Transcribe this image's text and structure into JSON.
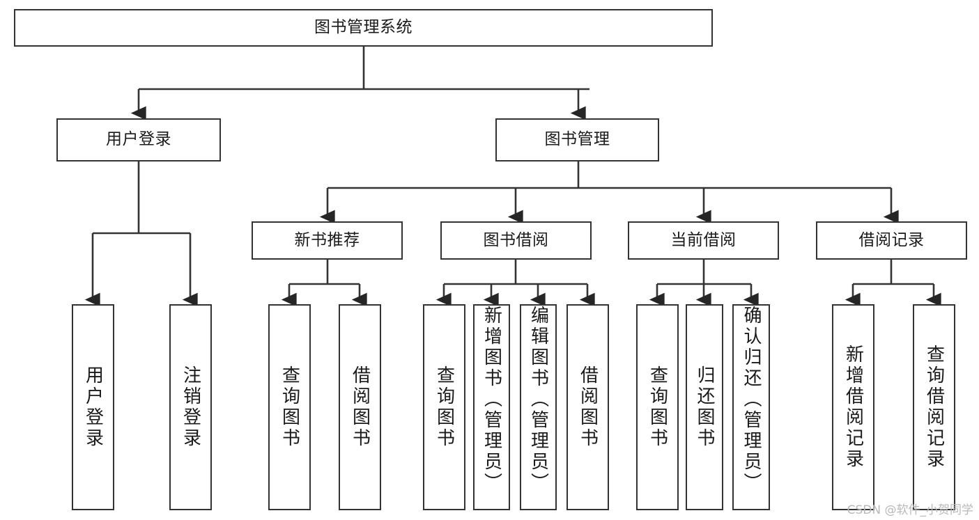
{
  "diagram": {
    "type": "tree",
    "title": "图书管理系统",
    "root": {
      "id": "root",
      "label": "图书管理系统"
    },
    "level1": [
      {
        "id": "user-login",
        "label": "用户登录"
      },
      {
        "id": "book-management",
        "label": "图书管理"
      }
    ],
    "level2": [
      {
        "id": "new-book-recommend",
        "label": "新书推荐",
        "parent": "book-management"
      },
      {
        "id": "book-borrow",
        "label": "图书借阅",
        "parent": "book-management"
      },
      {
        "id": "current-borrow",
        "label": "当前借阅",
        "parent": "book-management"
      },
      {
        "id": "borrow-record",
        "label": "借阅记录",
        "parent": "book-management"
      }
    ],
    "leaves": [
      {
        "id": "leaf-user-login",
        "label": "用户登录",
        "parent": "user-login"
      },
      {
        "id": "leaf-user-logout",
        "label": "注销登录",
        "parent": "user-login"
      },
      {
        "id": "leaf-query-book-1",
        "label": "查询图书",
        "parent": "new-book-recommend"
      },
      {
        "id": "leaf-borrow-book-1",
        "label": "借阅图书",
        "parent": "new-book-recommend"
      },
      {
        "id": "leaf-query-book-2",
        "label": "查询图书",
        "parent": "book-borrow"
      },
      {
        "id": "leaf-add-book",
        "label": "新增图书（管理员）",
        "parent": "book-borrow"
      },
      {
        "id": "leaf-edit-book",
        "label": "编辑图书（管理员）",
        "parent": "book-borrow"
      },
      {
        "id": "leaf-borrow-book-2",
        "label": "借阅图书",
        "parent": "book-borrow"
      },
      {
        "id": "leaf-query-book-3",
        "label": "查询图书",
        "parent": "current-borrow"
      },
      {
        "id": "leaf-return-book",
        "label": "归还图书",
        "parent": "current-borrow"
      },
      {
        "id": "leaf-confirm-return",
        "label": "确认归还（管理员）",
        "parent": "current-borrow"
      },
      {
        "id": "leaf-add-record",
        "label": "新增借阅记录",
        "parent": "borrow-record"
      },
      {
        "id": "leaf-query-record",
        "label": "查询借阅记录",
        "parent": "borrow-record"
      }
    ],
    "colors": {
      "stroke": "#333333",
      "fill": "#ffffff",
      "text": "#1a1a1a",
      "watermark": "#b9b9b9"
    }
  },
  "watermark": {
    "text": "CSDN @软件_小贺同学"
  }
}
